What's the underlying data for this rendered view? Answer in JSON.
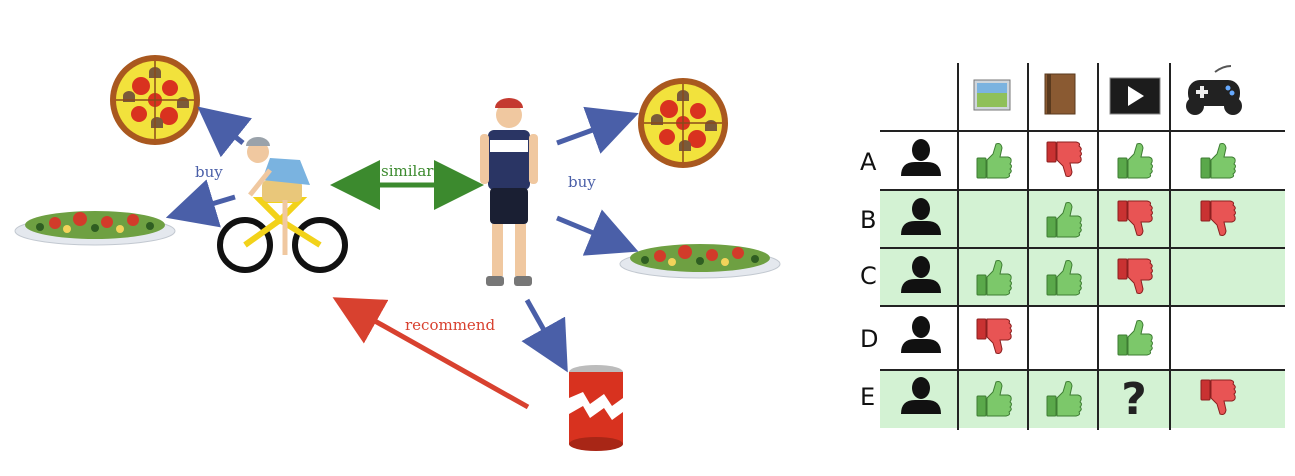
{
  "diagram": {
    "labels": {
      "buy_left": "buy",
      "buy_right": "buy",
      "similar": "similar",
      "recommend": "recommend"
    },
    "colors": {
      "buy_arrow": "#4a5fa8",
      "similar_arrow": "#3c8a2e",
      "recommend_arrow": "#d8412f"
    }
  },
  "matrix": {
    "columns": [
      "picture-icon",
      "book-icon",
      "video-player-icon",
      "gamepad-icon"
    ],
    "rows": [
      {
        "label": "A",
        "ratings": [
          "like",
          "dislike",
          "like",
          "like"
        ],
        "highlight": false
      },
      {
        "label": "B",
        "ratings": [
          "",
          "like",
          "dislike",
          "dislike"
        ],
        "highlight": true
      },
      {
        "label": "C",
        "ratings": [
          "like",
          "like",
          "dislike",
          ""
        ],
        "highlight": true
      },
      {
        "label": "D",
        "ratings": [
          "dislike",
          "",
          "like",
          ""
        ],
        "highlight": false
      },
      {
        "label": "E",
        "ratings": [
          "like",
          "like",
          "?",
          "dislike"
        ],
        "highlight": true
      }
    ],
    "colors": {
      "highlight": "#d3f2d3",
      "like": "#6dbb5a",
      "dislike": "#e14848"
    }
  }
}
